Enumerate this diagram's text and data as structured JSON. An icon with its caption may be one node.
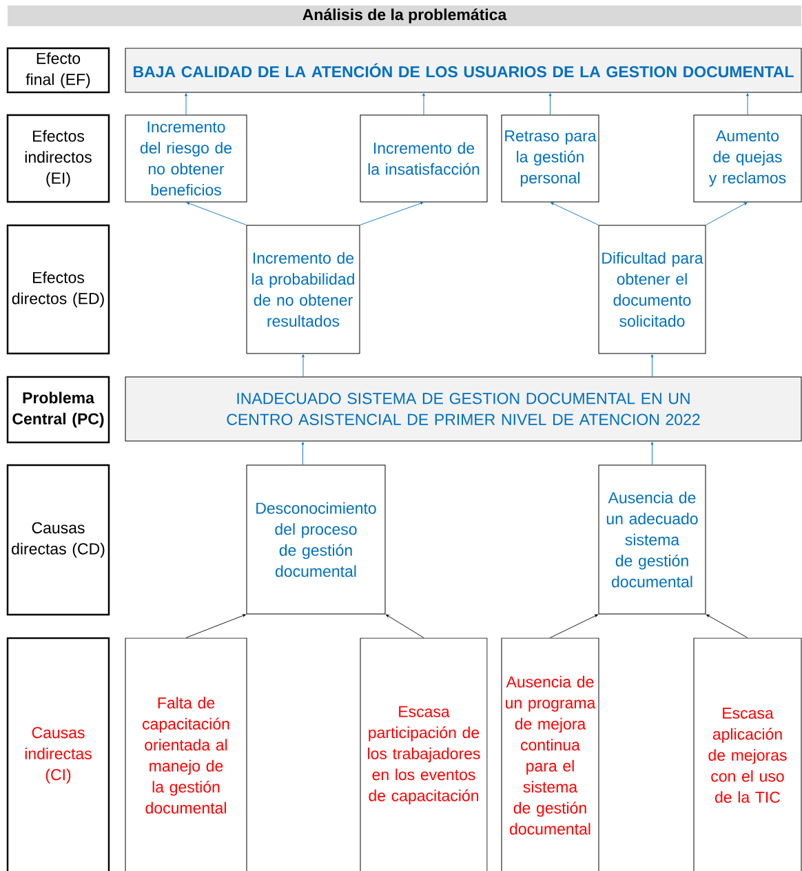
{
  "diagram": {
    "title": "Análisis de la problemática",
    "nodes": [
      {
        "text": [
          "Efecto final (EF)"
        ]
      },
      {
        "text": [
          "BAJA CALIDAD DE LA ATENCIÓN DE LOS USUARIOS DE LA GESTION DOCUMENTAL"
        ]
      },
      {
        "text": [
          "Efectos indirectos (EI)"
        ]
      },
      {
        "text": [
          "Incremento del riesgo de no obtener beneficios"
        ]
      },
      {
        "text": [
          "Incremento de la insatisfacción"
        ]
      },
      {
        "text": [
          "Retraso para la gestión personal"
        ]
      },
      {
        "text": [
          "Aumento de quejas y reclamos"
        ]
      },
      {
        "text": [
          "Efectos directos (ED)"
        ]
      },
      {
        "text": [
          "Incremento de la probabilidad de no obtener resultados"
        ]
      },
      {
        "text": [
          "Dificultad para obtener el documento solicitado"
        ]
      },
      {
        "text": [
          "Problema Central (PC)"
        ]
      },
      {
        "text": [
          "INADECUADO SISTEMA DE GESTION DOCUMENTAL EN UN CENTRO ASISTENCIAL DE PRIMER NIVEL DE ATENCION 2022"
        ]
      },
      {
        "text": [
          "Causas directas (CD)"
        ]
      },
      {
        "text": [
          "Desconocimiento del proceso de gestión documental"
        ]
      },
      {
        "text": [
          "Ausencia de un adecuado sistema de gestión documental"
        ]
      },
      {
        "text": [
          "Causas indirectas (CI)"
        ]
      },
      {
        "text": [
          "Falta de capacitación orientada al manejo de la gestión documental"
        ]
      },
      {
        "text": [
          "Escasa participación de los trabajadores en los eventos de capacitación"
        ]
      },
      {
        "text": [
          "Ausencia de un programa de mejora continua para el sistema de gestión documental"
        ]
      },
      {
        "text": [
          "Escasa aplicación de mejoras con el uso de la TIC"
        ]
      }
    ],
    "edges": [
      {
        "from": 3,
        "to": 1,
        "arrow": "to"
      },
      {
        "from": 4,
        "to": 1,
        "arrow": "to"
      },
      {
        "from": 5,
        "to": 1,
        "arrow": "to"
      },
      {
        "from": 6,
        "to": 1,
        "arrow": "to"
      },
      {
        "from": 8,
        "to": 3,
        "arrow": "to"
      },
      {
        "from": 8,
        "to": 4,
        "arrow": "to"
      },
      {
        "from": 9,
        "to": 5,
        "arrow": "to"
      },
      {
        "from": 9,
        "to": 6,
        "arrow": "to"
      },
      {
        "from": 11,
        "to": 8,
        "arrow": "to"
      },
      {
        "from": 11,
        "to": 9,
        "arrow": "to"
      },
      {
        "from": 13,
        "to": 11,
        "arrow": "to"
      },
      {
        "from": 14,
        "to": 11,
        "arrow": "to"
      },
      {
        "from": 16,
        "to": 13,
        "arrow": "to",
        "color": "#000000"
      },
      {
        "from": 17,
        "to": 13,
        "arrow": "to",
        "color": "#000000"
      },
      {
        "from": 18,
        "to": 14,
        "arrow": "to",
        "color": "#000000"
      },
      {
        "from": 19,
        "to": 14,
        "arrow": "to",
        "color": "#000000"
      }
    ]
  }
}
